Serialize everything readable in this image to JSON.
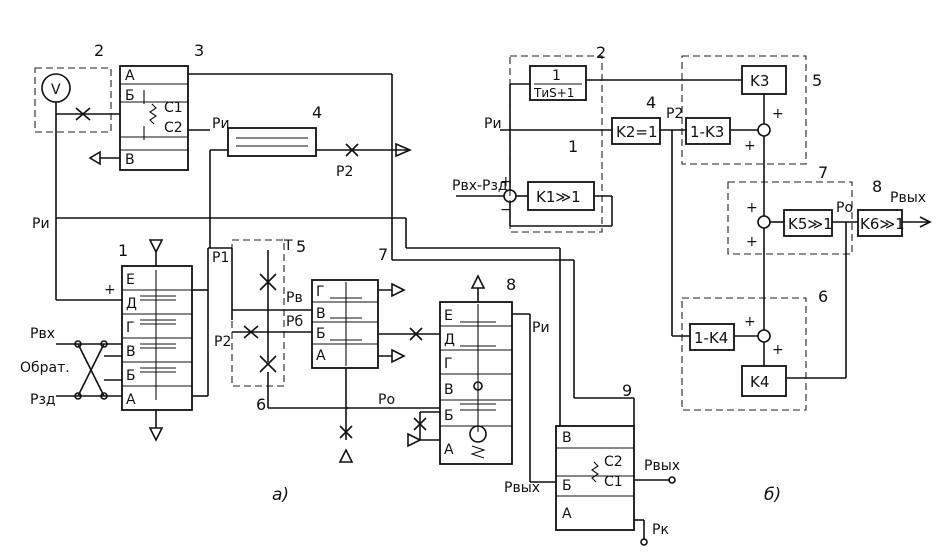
{
  "diagram_a": {
    "caption": "а)",
    "numbers": {
      "n1": "1",
      "n2": "2",
      "n3": "3",
      "n4": "4",
      "n5": "5",
      "n6": "6",
      "n7": "7",
      "n8": "8",
      "n9": "9"
    },
    "relay3": {
      "a": "А",
      "b": "Б",
      "v": "В",
      "c1": "С1",
      "c2": "С2"
    },
    "gauge": "V",
    "elem1": {
      "e": "Е",
      "d": "Д",
      "g": "Г",
      "v": "В",
      "b": "Б",
      "a": "А"
    },
    "elem7": {
      "g": "Г",
      "v": "В",
      "b": "Б",
      "a": "А"
    },
    "elem8": {
      "e": "Е",
      "d": "Д",
      "g": "Г",
      "v": "В",
      "b": "Б",
      "a": "А"
    },
    "elem9": {
      "v": "В",
      "b": "Б",
      "a": "А",
      "c1": "С1",
      "c2": "С2"
    },
    "labels": {
      "pi_left": "Pи",
      "pi_mid": "Pи",
      "pi_right": "Pи",
      "p1": "P1",
      "p2_left": "P2",
      "p2_top": "P2",
      "pv": "Pв",
      "pb": "Pб",
      "po": "Pо",
      "pvx": "Pвх",
      "obrat": "Обрат.",
      "pzd": "Pзд",
      "pvyx_mid": "Pвых",
      "pvyx_right": "Pвых",
      "pk": "Pк",
      "plus": "+",
      "t": "T"
    }
  },
  "diagram_b": {
    "caption": "б)",
    "numbers": {
      "n1": "1",
      "n2": "2",
      "n4": "4",
      "n5": "5",
      "n6": "6",
      "n7": "7",
      "n8": "8"
    },
    "tf_num": "1",
    "tf_den": "TиS+1",
    "k1": "K1≫1",
    "k2": "K2=1",
    "k3": "K3",
    "one_minus_k3": "1-K3",
    "k4": "K4",
    "one_minus_k4": "1-K4",
    "k5": "K5≫1",
    "k6": "K6≫1",
    "pi": "Pи",
    "pin": "Pвх-Pзд",
    "p2": "P2",
    "po": "Pо",
    "pout": "Pвых",
    "plus": "+",
    "minus": "−"
  }
}
